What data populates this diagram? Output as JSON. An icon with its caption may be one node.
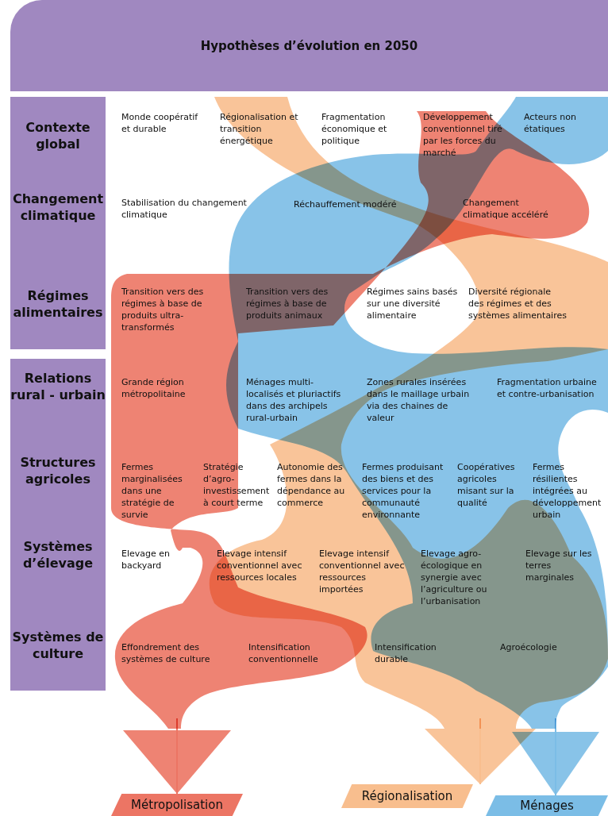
{
  "diagram": {
    "title": "Hypothèses d’évolution en 2050",
    "nodes": [
      {
        "text": [
          "Contexte global",
          "Changement climatique",
          "Régimes alimentaires"
        ]
      },
      {
        "text": [
          "Relations rural - urbain",
          "Structures agricoles",
          "Systèmes d’élevage",
          "Systèmes de culture"
        ]
      },
      {
        "text": [
          "Métropolisation"
        ]
      },
      {
        "text": [
          "Régionalisation"
        ]
      },
      {
        "text": [
          "Ménages"
        ]
      }
    ],
    "edges": [
      {
        "from": null,
        "to": 2,
        "arrow": "to",
        "color": "#ec7564"
      },
      {
        "from": null,
        "to": 3,
        "arrow": "to",
        "color": "#f8be8e"
      },
      {
        "from": null,
        "to": 4,
        "arrow": "to",
        "color": "#7bbde6"
      }
    ],
    "labels": [
      "Monde coopératif et durable",
      "Régionalisation et transition énergétique",
      "Fragmentation économique et politique",
      "Développement conventionnel tiré par les forces du marché",
      "Acteurs non étatiques",
      "Stabilisation du changement climatique",
      "Réchauffement modéré",
      "Changement climatique accéléré",
      "Transition vers des régimes à base de produits ultra-transformés",
      "Transition vers des régimes à base de produits animaux",
      "Régimes sains basés sur une diversité alimentaire",
      "Diversité régionale des régimes et des systèmes alimentaires",
      "Grande région métropolitaine",
      "Ménages multi-localisés et pluriactifs dans des archipels rural-urbain",
      "Zones rurales insérées dans le maillage urbain via des chaines de valeur",
      "Fragmentation urbaine et contre-urbanisation",
      "Fermes marginalisées dans une stratégie de survie",
      "Stratégie d’agro-investissement à court terme",
      "Autonomie des fermes dans la dépendance au commerce",
      "Fermes produisant des biens et des services pour la communauté environnante",
      "Coopératives agricoles misant sur la qualité",
      "Fermes résilientes intégrées au développement urbain",
      "Elevage en backyard",
      "Elevage intensif conventionnel avec ressources locales",
      "Elevage intensif conventionnel avec ressources importées",
      "Elevage agro-écologique en synergie avec l’agriculture ou l’urbanisation",
      "Elevage sur les terres marginales",
      "Effondrement des systèmes de culture",
      "Intensification conventionnelle",
      "Intensification durable",
      "Agroécologie"
    ]
  }
}
